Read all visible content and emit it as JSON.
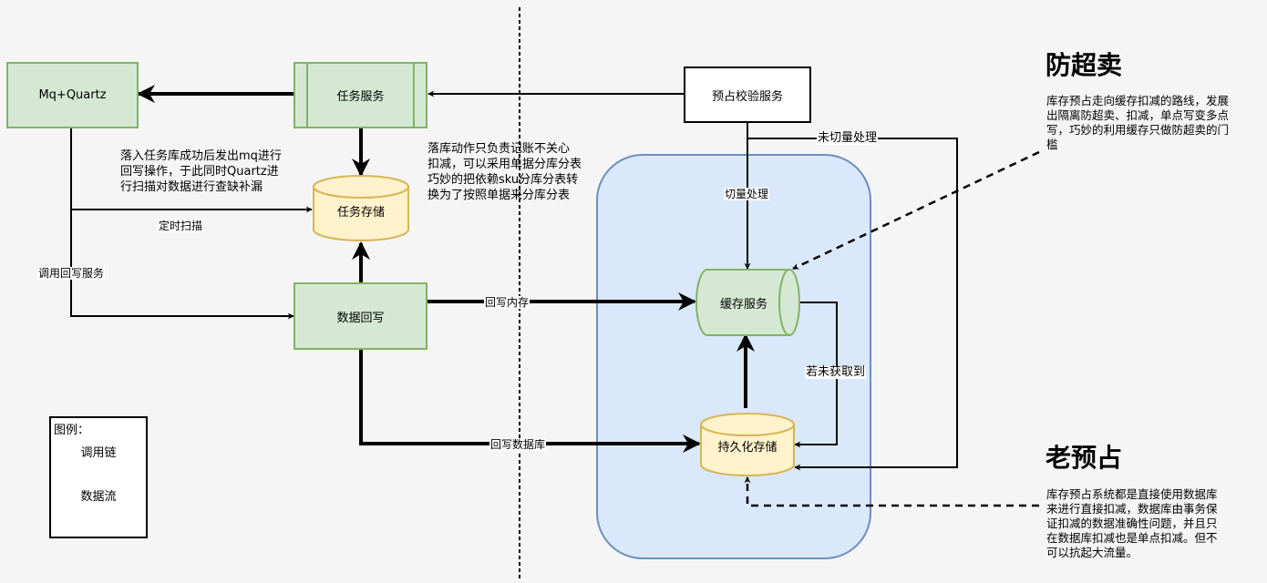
{
  "nodes": {
    "mq_quartz": "Mq+Quartz",
    "task_service": "任务服务",
    "precheck_service": "预占校验服务",
    "task_storage": "任务存储",
    "data_writeback": "数据回写",
    "cache_service": "缓存服务",
    "persistent_storage": "持久化存储"
  },
  "edge_labels": {
    "scheduled_scan": "定时扫描",
    "call_writeback": "调用回写服务",
    "write_memory": "回写内存",
    "write_database": "回写数据库",
    "cut_traffic": "切量处理",
    "no_cut_traffic": "未切量处理",
    "if_not_found": "若未获取到"
  },
  "notes": {
    "mq_note": [
      "落入任务库成功后发出mq进行",
      "回写操作，于此同时Quartz进",
      "行扫描对数据进行查缺补漏"
    ],
    "db_note": [
      "落库动作只负责记账不关心",
      "扣减，可以采用单据分库分表",
      "巧妙的把依赖sku分库分表转",
      "换为了按照单据来分库分表"
    ]
  },
  "sections": {
    "anti_oversell": {
      "title": "防超卖",
      "lines": [
        "库存预占走向缓存扣减的路线，发展",
        "出隔离防超卖、扣减，单点写变多点",
        "写，巧妙的利用缓存只做防超卖的门",
        "槛"
      ]
    },
    "old_preoccupy": {
      "title": "老预占",
      "lines": [
        "库存预占系统都是直接使用数据库",
        "来进行直接扣减，数据库由事务保",
        "证扣减的数据准确性问题，并且只",
        "在数据库扣减也是单点扣减。但不",
        "可以抗起大流量。"
      ]
    }
  },
  "legend": {
    "title": "图例：",
    "call_chain": "调用链",
    "data_flow": "数据流"
  },
  "colors": {
    "green_fill": "#d5e8d4",
    "green_stroke": "#82b366",
    "yellow_fill": "#fff2cc",
    "yellow_stroke": "#d6b656",
    "blue_fill": "#dae8fc",
    "blue_stroke": "#6c8ebf",
    "background": "#f5f5f5"
  }
}
